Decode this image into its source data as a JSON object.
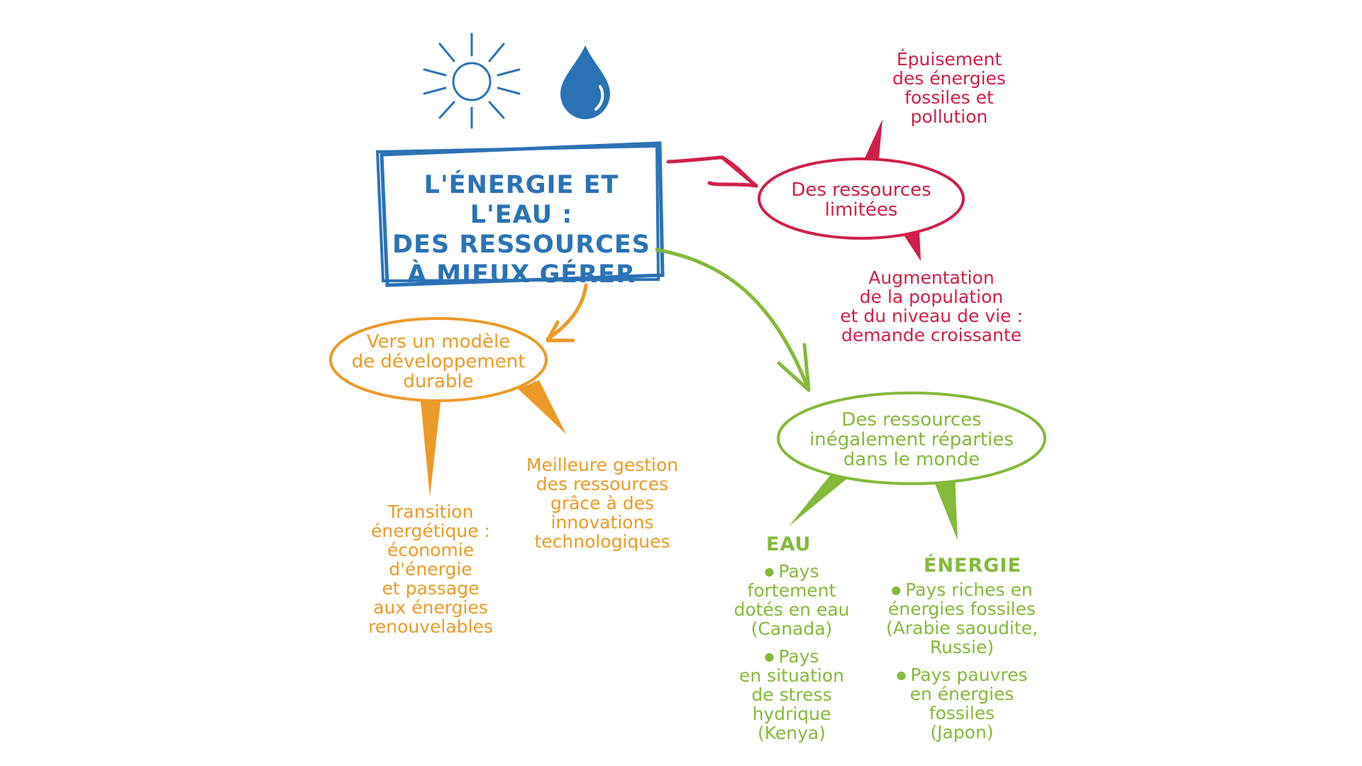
{
  "title_lines": [
    "L'ÉNERGIE ET L'EAU :",
    "DES RESSOURCES",
    "À MIEUX GÉRER"
  ],
  "colors": {
    "blue": "#2a72b5",
    "red": "#d01f4a",
    "orange": "#ec9a27",
    "green": "#84b93a"
  },
  "icons": [
    "sun-icon",
    "water-drop-icon"
  ],
  "branches": {
    "limited": {
      "bubble_lines": [
        "Des ressources",
        "limitées"
      ],
      "cause_top_lines": [
        "Épuisement",
        "des énergies",
        "fossiles et",
        "pollution"
      ],
      "cause_bottom_lines": [
        "Augmentation",
        "de la population",
        "et du niveau de vie :",
        "demande croissante"
      ]
    },
    "sustainable": {
      "bubble_lines": [
        "Vers un modèle",
        "de développement",
        "durable"
      ],
      "left_lines": [
        "Transition",
        "énergétique :",
        "économie",
        "d'énergie",
        "et passage",
        "aux énergies",
        "renouvelables"
      ],
      "right_lines": [
        "Meilleure gestion",
        "des ressources",
        "grâce à des",
        "innovations",
        "technologiques"
      ]
    },
    "unequal": {
      "bubble_lines": [
        "Des ressources",
        "inégalement réparties",
        "dans le monde"
      ],
      "water": {
        "heading": "EAU",
        "item1_lines": [
          "Pays",
          "fortement",
          "dotés en eau",
          "(Canada)"
        ],
        "item2_lines": [
          "Pays",
          "en situation",
          "de stress",
          "hydrique",
          "(Kenya)"
        ]
      },
      "energy": {
        "heading": "ÉNERGIE",
        "item1_lines": [
          "Pays riches en",
          "énergies fossiles",
          "(Arabie saoudite,",
          "Russie)"
        ],
        "item2_lines": [
          "Pays pauvres",
          "en énergies",
          "fossiles",
          "(Japon)"
        ]
      }
    }
  }
}
